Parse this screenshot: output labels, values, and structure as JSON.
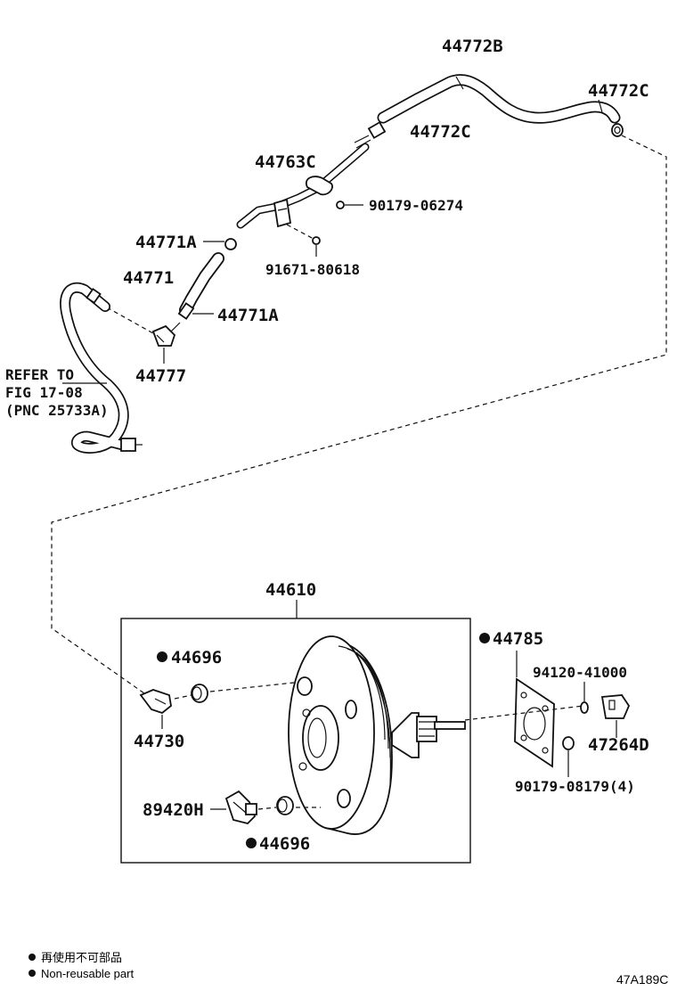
{
  "labels": {
    "p44772B": "44772B",
    "p44772C_top": "44772C",
    "p44772C_mid": "44772C",
    "p44763C": "44763C",
    "p90179_06274": "90179-06274",
    "p44771A_top": "44771A",
    "p91671_80618": "91671-80618",
    "p44771": "44771",
    "p44771A_bottom": "44771A",
    "p44777": "44777",
    "refer_line1": "REFER TO",
    "refer_line2": "FIG 17-08",
    "refer_line3": "(PNC 25733A)",
    "p44610": "44610",
    "p44696_top": "44696",
    "p44730": "44730",
    "p89420H": "89420H",
    "p44696_bottom": "44696",
    "p44785": "44785",
    "p94120_41000": "94120-41000",
    "p47264D": "47264D",
    "p90179_08179": "90179-08179(4)"
  },
  "legend": {
    "line1": "再使用不可部品",
    "line2": "Non-reusable part"
  },
  "figure_code": "47A189C"
}
